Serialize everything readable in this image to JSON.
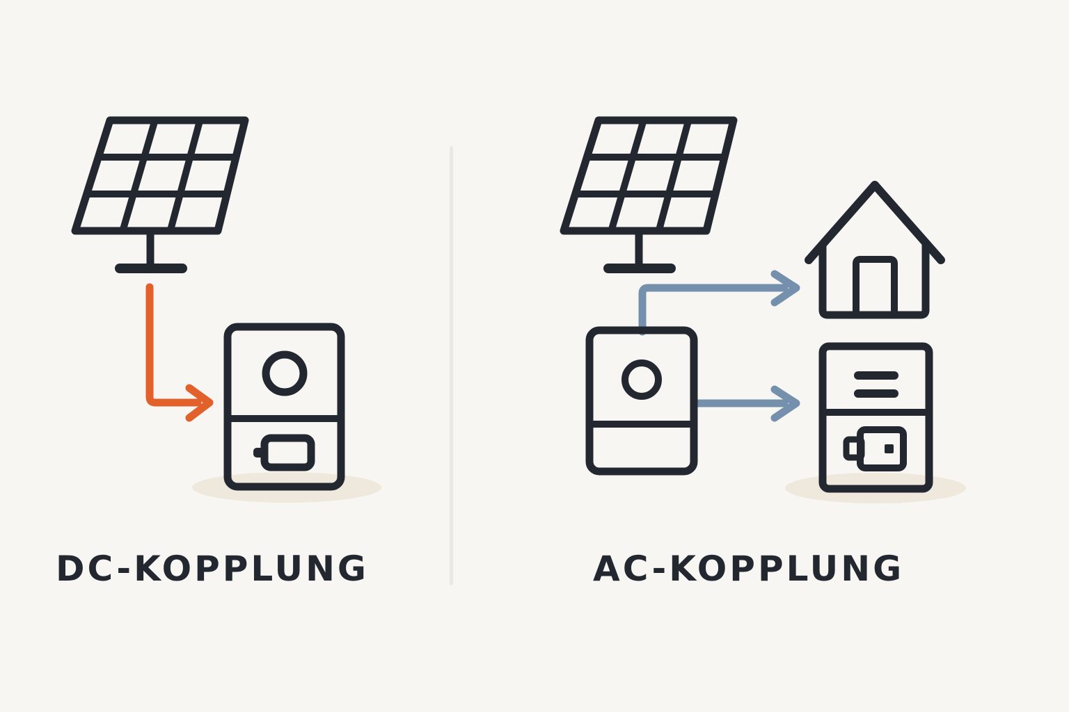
{
  "canvas": {
    "background": "#F8F6F2"
  },
  "left_section": {
    "label": "DC-KOPPLUNG",
    "icons": [
      "solar-panel-icon",
      "dc-arrow-icon",
      "inverter-battery-unit-icon",
      "battery-icon"
    ],
    "arrow": {
      "color": "#E2612B",
      "from": "solar-panel",
      "to": "inverter-battery-unit"
    }
  },
  "right_section": {
    "label": "AC-KOPPLUNG",
    "icons": [
      "solar-panel-icon",
      "inverter-icon",
      "house-icon",
      "battery-storage-unit-icon",
      "battery-icon"
    ],
    "arrows": [
      {
        "color": "#7490AD",
        "from": "inverter",
        "to": "house"
      },
      {
        "color": "#7490AD",
        "from": "inverter",
        "to": "battery-storage-unit"
      }
    ]
  },
  "colors": {
    "background": "#F8F6F2",
    "outline": "#232830",
    "text": "#232830",
    "dc_arrow": "#E2612B",
    "ac_arrow": "#7490AD",
    "shadow": "#EFE9DD",
    "divider": "#E9E9E6"
  }
}
